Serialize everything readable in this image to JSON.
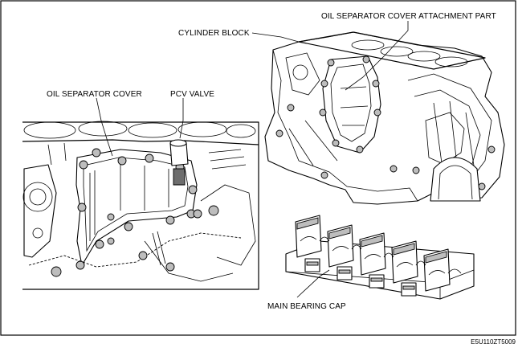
{
  "labels": {
    "oil_separator_cover_attachment_part": "OIL SEPARATOR COVER ATTACHMENT PART",
    "cylinder_block": "CYLINDER BLOCK",
    "oil_separator_cover": "OIL SEPARATOR COVER",
    "pcv_valve": "PCV VALVE",
    "main_bearing_cap": "MAIN BEARING CAP"
  },
  "figure_code": "E5U110ZT5009"
}
